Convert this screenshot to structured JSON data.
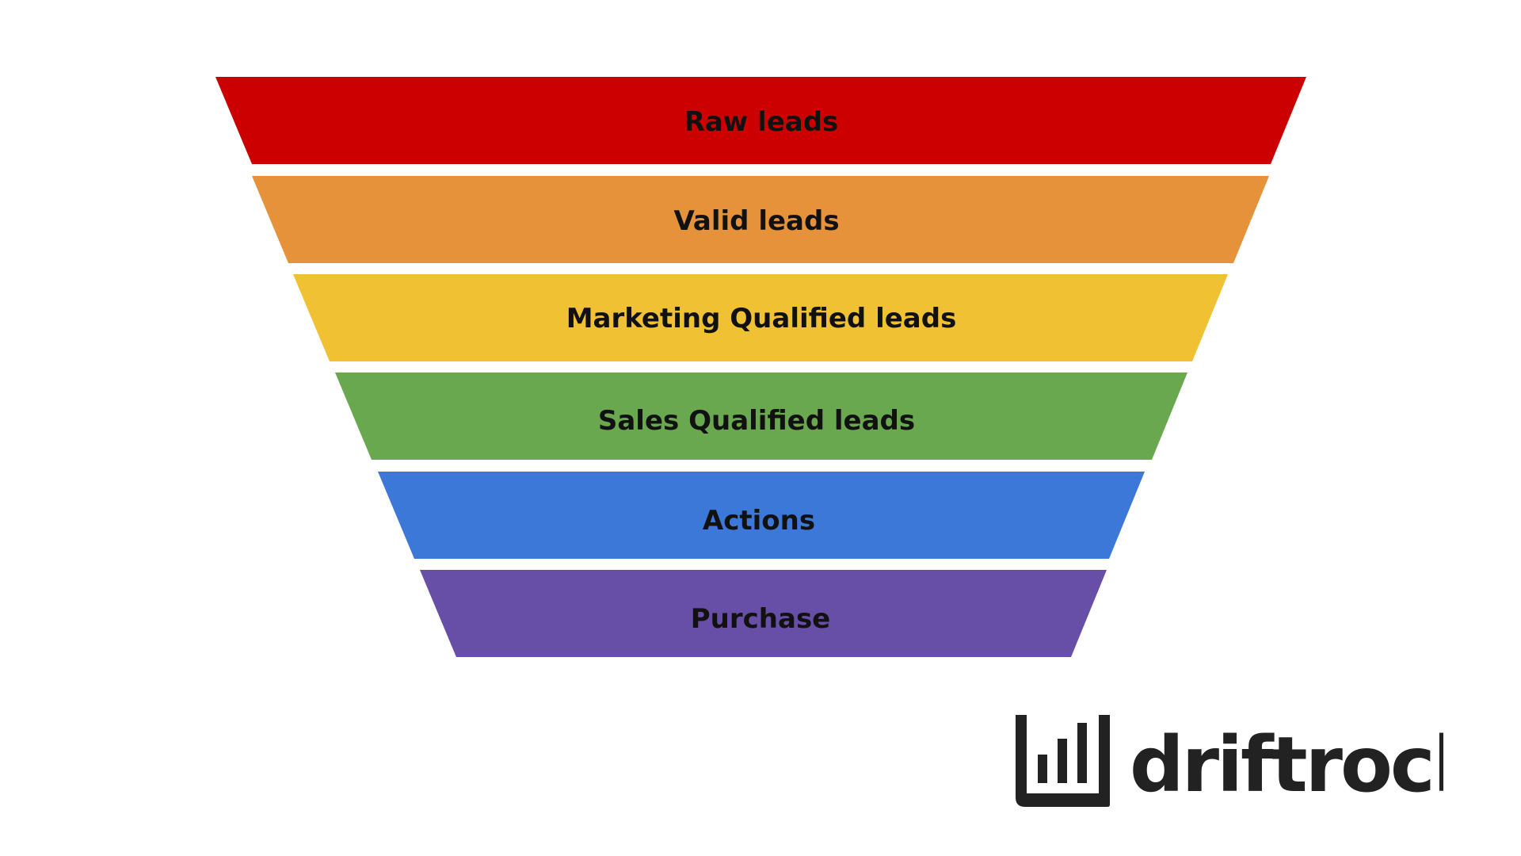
{
  "funnel": {
    "stages": [
      {
        "label": "Raw leads",
        "color": "#cc0000"
      },
      {
        "label": "Valid leads",
        "color": "#e6923a"
      },
      {
        "label": "Marketing Qualified leads",
        "color": "#f0c233"
      },
      {
        "label": "Sales Qualified leads",
        "color": "#6aa84f"
      },
      {
        "label": "Actions",
        "color": "#3c78d8"
      },
      {
        "label": "Purchase",
        "color": "#674ea7"
      }
    ]
  },
  "logo": {
    "wordmark": "driftrock",
    "icon": "bar-chart-bracket-icon",
    "color": "#222222"
  }
}
